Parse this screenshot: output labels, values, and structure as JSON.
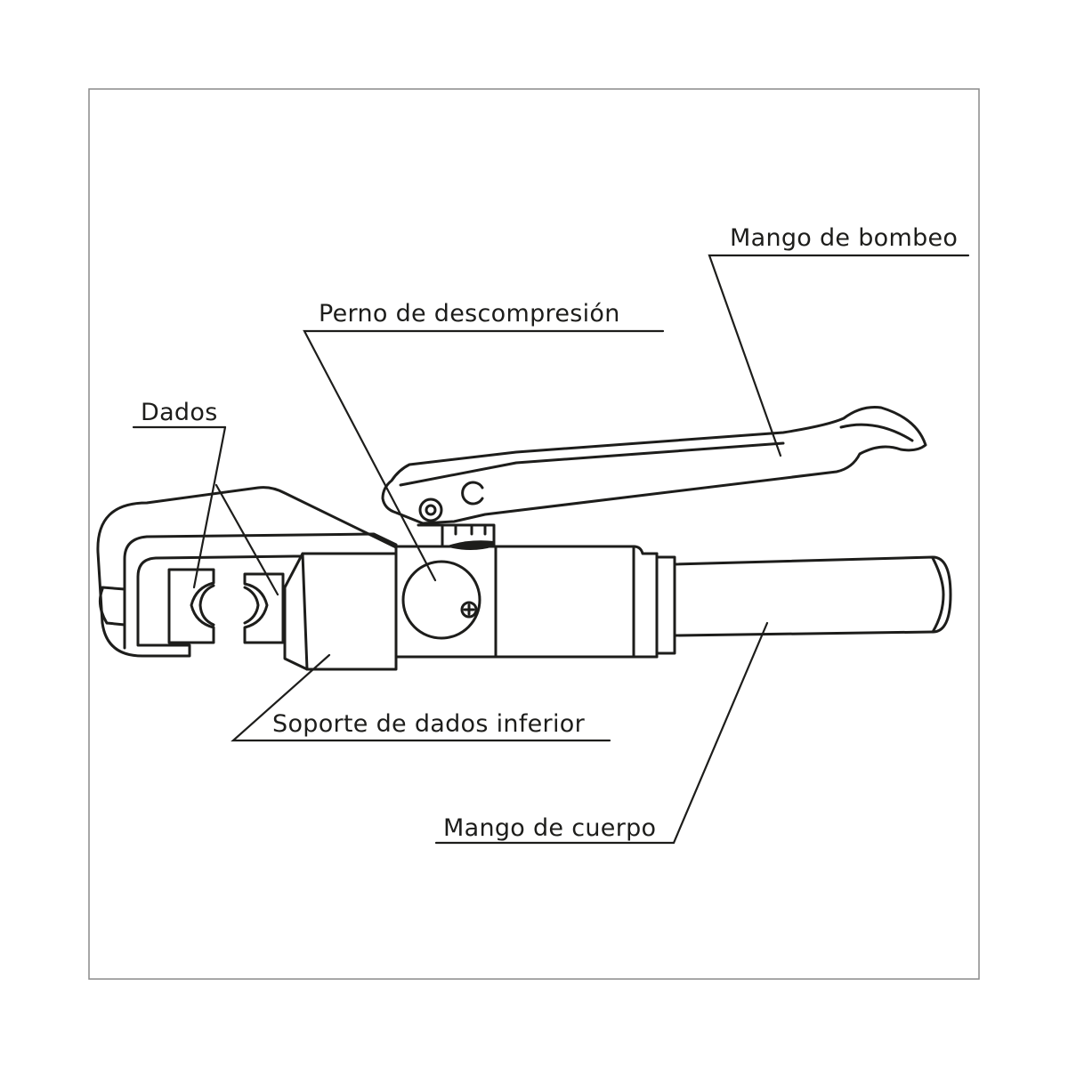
{
  "labels": {
    "mango_bombeo": "Mango de bombeo",
    "perno": "Perno de descompresión",
    "dados": "Dados",
    "soporte": "Soporte de dados inferior",
    "mango_cuerpo": "Mango de cuerpo"
  },
  "colors": {
    "ink": "#1d1d1b",
    "frame": "#8a8a8a",
    "background": "#ffffff"
  }
}
